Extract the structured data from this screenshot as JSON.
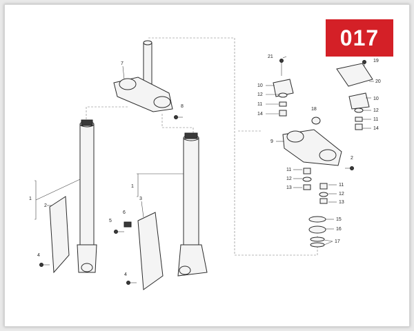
{
  "diagram": {
    "page_code": "017",
    "badge_color": "#d42027",
    "labels": {
      "l1a": "1",
      "l2": "2",
      "l4a": "4",
      "l1b": "1",
      "l3": "3",
      "l5": "5",
      "l6": "6",
      "l4b": "4",
      "l7": "7",
      "l8": "8",
      "l21": "21",
      "l10a": "10",
      "l12a": "12",
      "l11a": "11",
      "l14a": "14",
      "l19": "19",
      "l20": "20",
      "l10b": "10",
      "l12b": "12",
      "l11b": "11",
      "l14b": "14",
      "l18": "18",
      "l9": "9",
      "l2b": "2",
      "l11c": "11",
      "l12c": "12",
      "l13a": "13",
      "l11d": "11",
      "l12d": "12",
      "l13b": "13",
      "l15": "15",
      "l16": "16",
      "l17": "17"
    }
  }
}
